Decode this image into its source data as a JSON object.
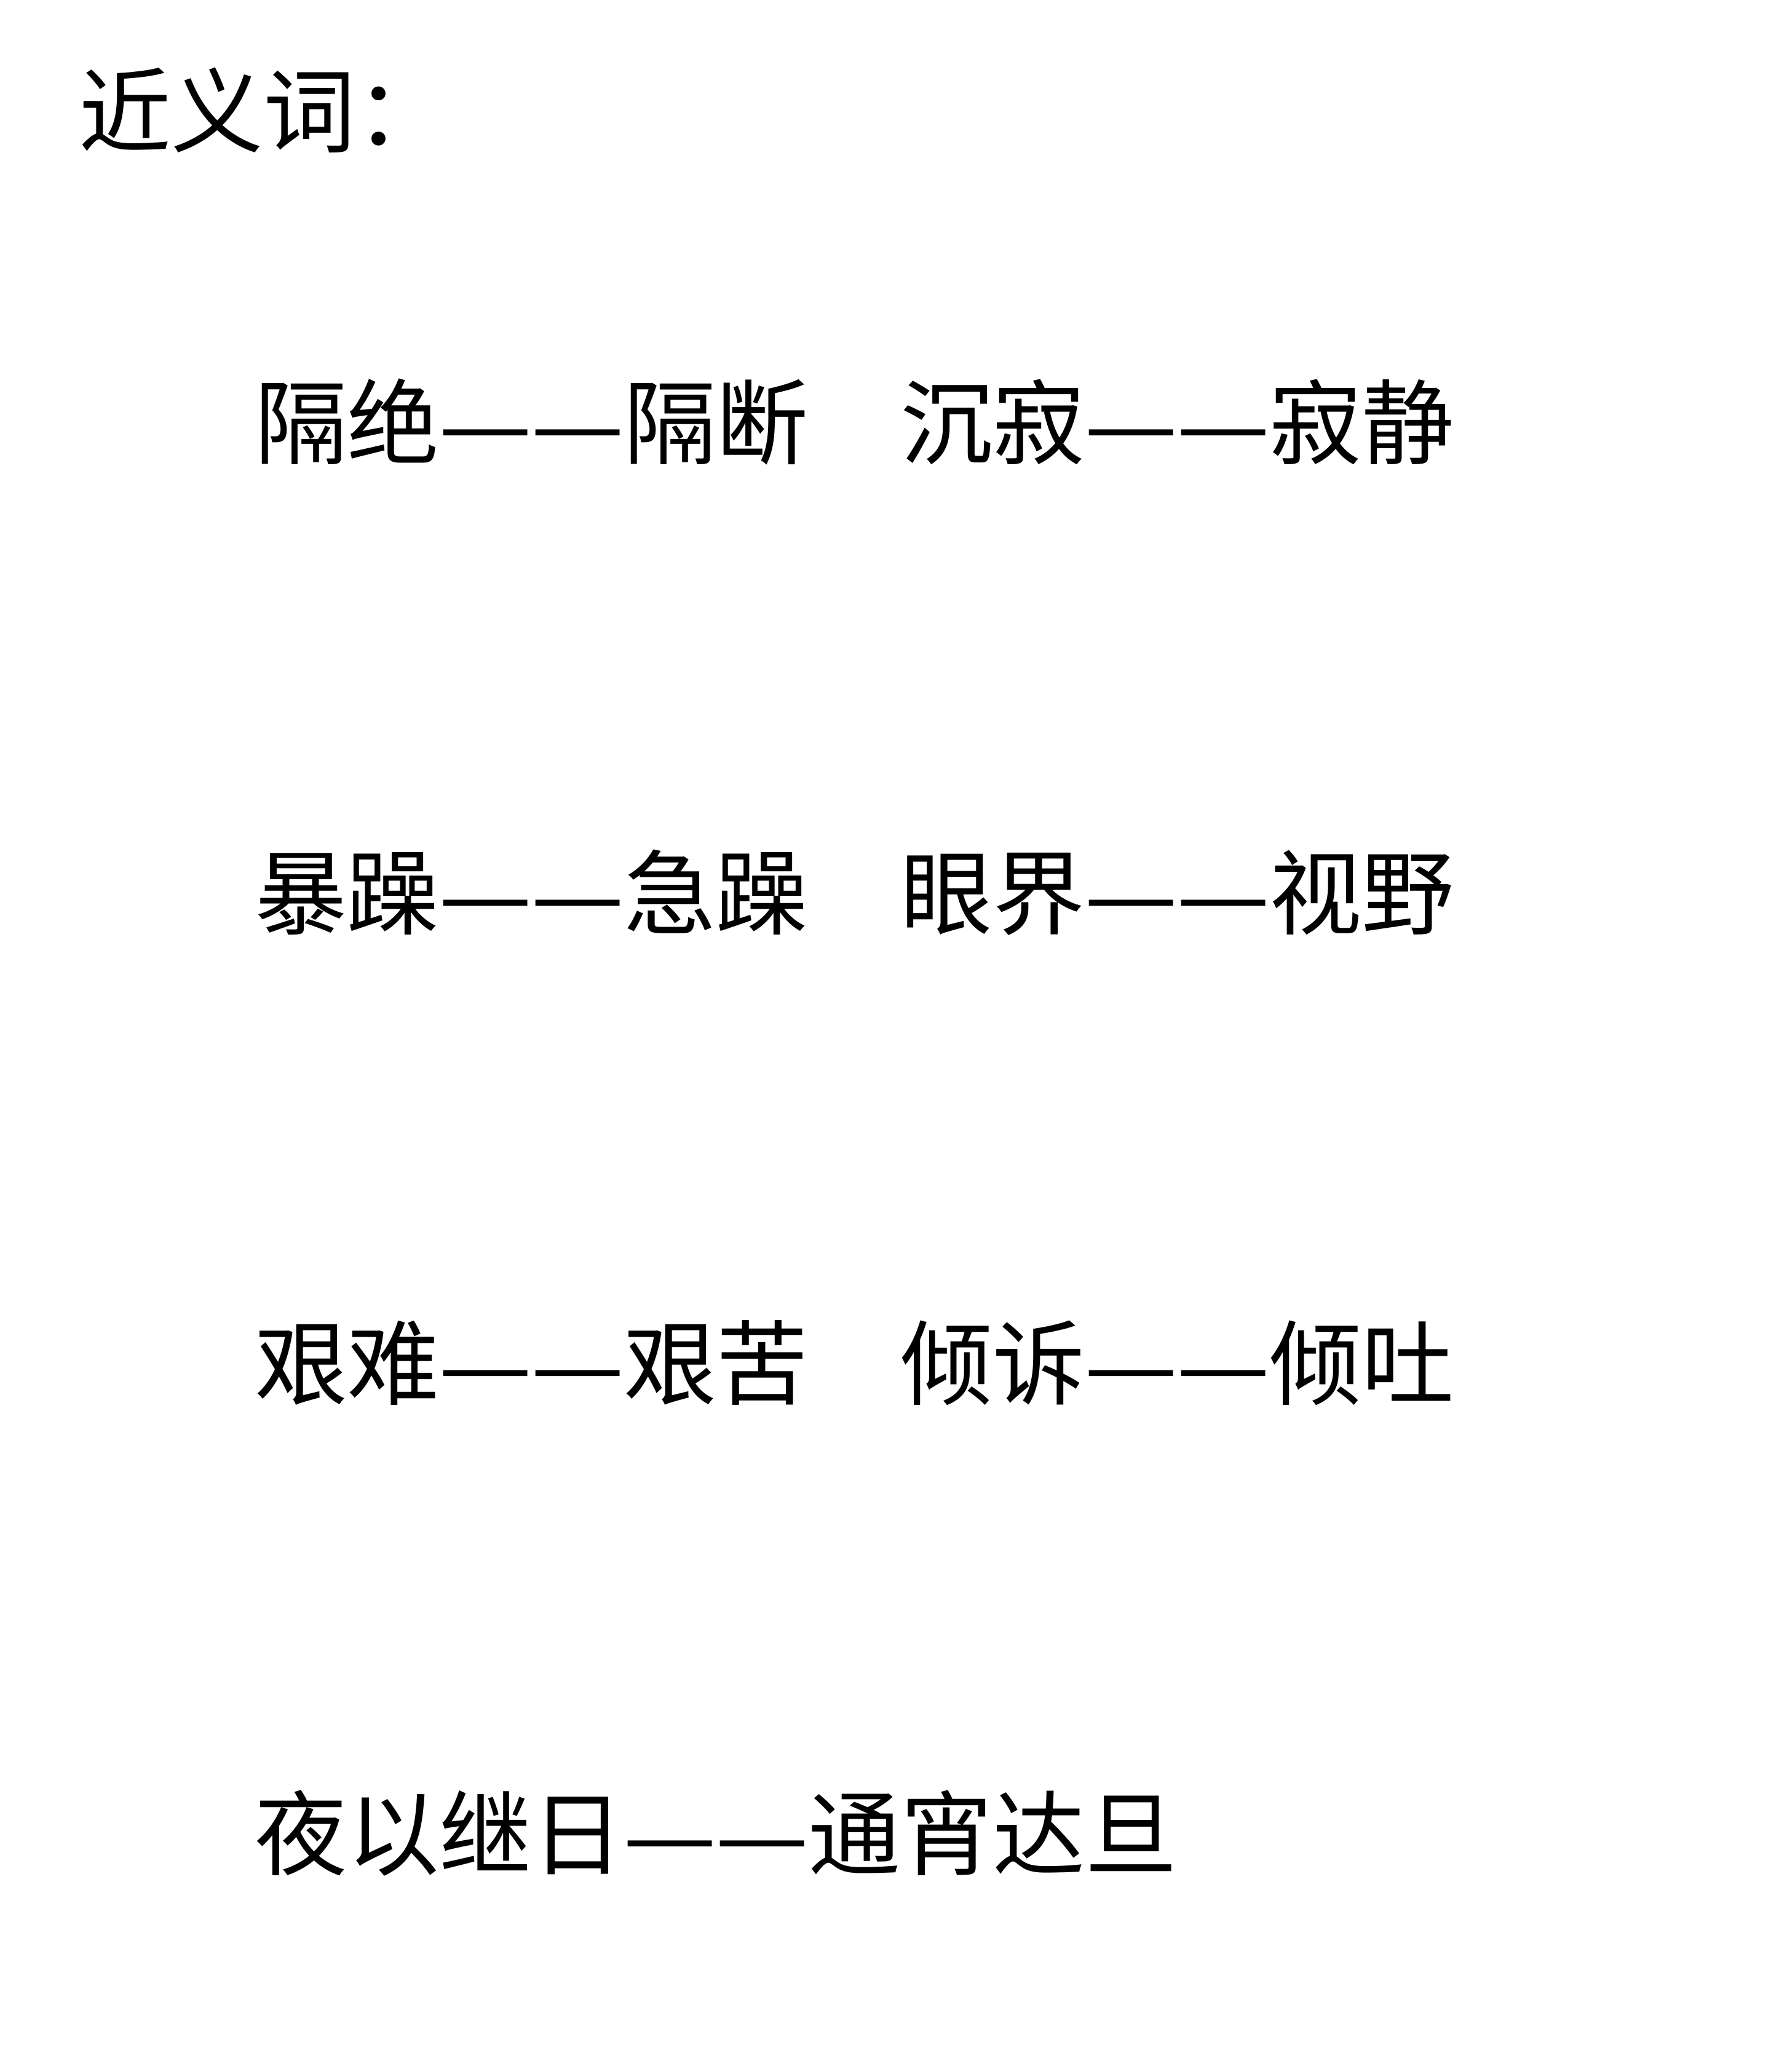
{
  "slide": {
    "background_color": "#ffffff",
    "text_color": "#000000",
    "title": "近义词：",
    "separator": "——",
    "rows": [
      {
        "left": {
          "word_a": "隔绝",
          "word_b": "隔断",
          "full": "隔绝——隔断"
        },
        "right": {
          "word_a": "沉寂",
          "word_b": "寂静",
          "full": "沉寂——寂静"
        }
      },
      {
        "left": {
          "word_a": "暴躁",
          "word_b": "急躁",
          "full": "暴躁——急躁"
        },
        "right": {
          "word_a": "眼界",
          "word_b": "视野",
          "full": "眼界——视野"
        }
      },
      {
        "left": {
          "word_a": "艰难",
          "word_b": "艰苦",
          "full": "艰难——艰苦"
        },
        "right": {
          "word_a": "倾诉",
          "word_b": "倾吐",
          "full": "倾诉——倾吐"
        }
      },
      {
        "left": {
          "word_a": "夜以继日",
          "word_b": "通宵达旦",
          "full": "夜以继日——通宵达旦"
        },
        "right": {
          "word_a": "",
          "word_b": "",
          "full": ""
        }
      }
    ]
  }
}
